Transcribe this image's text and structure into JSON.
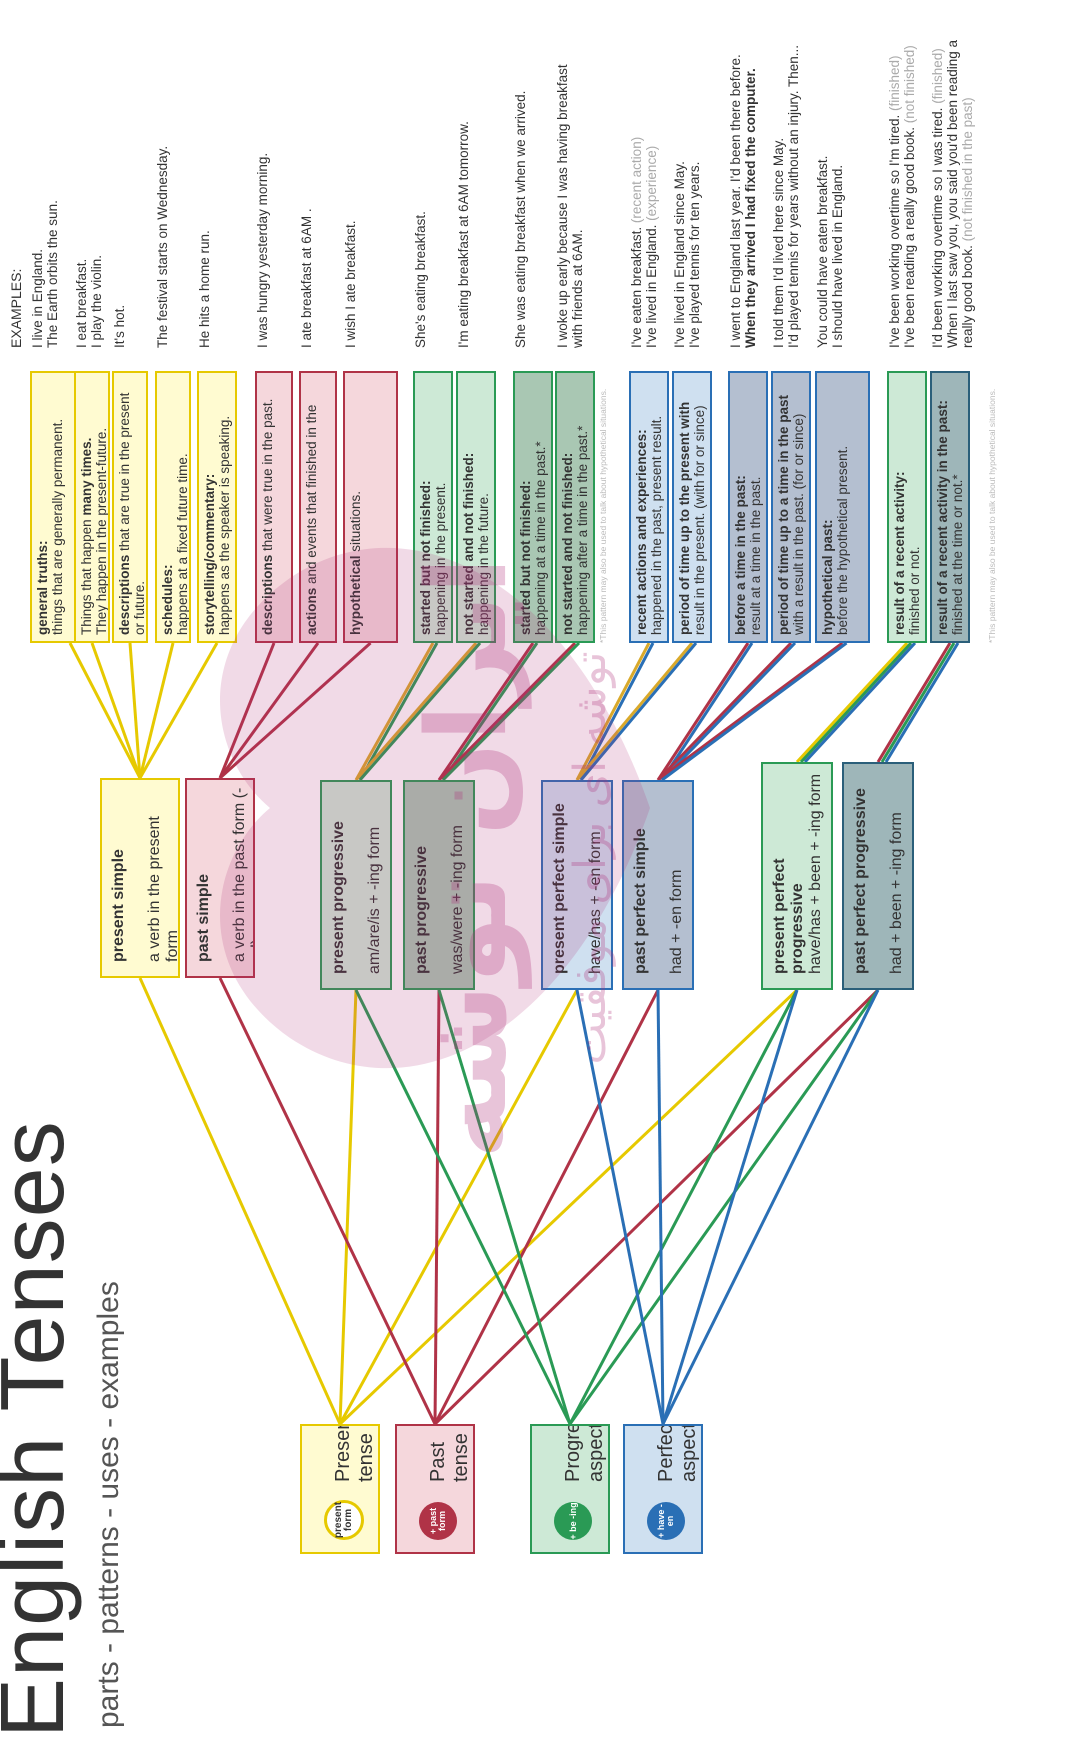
{
  "header": {
    "title": "English Tenses",
    "subtitle": "parts - patterns - uses - examples",
    "examples_heading": "EXAMPLES:"
  },
  "colors": {
    "present": "#e6c900",
    "past": "#b03347",
    "progressive": "#2a9a55",
    "perfect": "#2a6fb5",
    "present_fill": "#fffbd1",
    "past_fill": "#f5d7dc",
    "progressive_fill": "#cde9d6",
    "perfect_fill": "#cfe0f0",
    "perfect_dark": "#2b5f7a",
    "dark_fill": "#9eb6b9"
  },
  "parts": [
    {
      "id": "present",
      "label": "Present tense",
      "badge": "present form"
    },
    {
      "id": "past",
      "label": "Past tense",
      "badge": "+ past form"
    },
    {
      "id": "progressive",
      "label": "Progressive aspect",
      "badge": "+ be -ing"
    },
    {
      "id": "perfect",
      "label": "Perfect aspect",
      "badge": "+ have -en"
    }
  ],
  "patterns": [
    {
      "name": "present simple",
      "form": "a verb in the present form"
    },
    {
      "name": "past simple",
      "form": "a verb in the past form (-ed)"
    },
    {
      "name": "present progressive",
      "form": "am/are/is + -ing form"
    },
    {
      "name": "past progressive",
      "form": "was/were + -ing form"
    },
    {
      "name": "present perfect simple",
      "form": "have/has + -en form"
    },
    {
      "name": "past perfect simple",
      "form": "had + -en form"
    },
    {
      "name": "present perfect progressive",
      "form": "have/has + been + -ing form"
    },
    {
      "name": "past perfect progressive",
      "form": "had + been + -ing form"
    }
  ],
  "uses": [
    {
      "l1b": "general truths:",
      "l2": "things that are generally permanent."
    },
    {
      "l1": "Things that happen ",
      "l1b": "many times.",
      "l2": "They happen in the present-future."
    },
    {
      "l1b": "descriptions",
      "l1": " that are true in the present",
      "l2": "or future."
    },
    {
      "l1b": "schedules:",
      "l2": "happens at a fixed future time."
    },
    {
      "l1b": "storytelling/commentary:",
      "l2": "happens as the speaker is speaking."
    },
    {
      "l1b": "descriptions",
      "l1": " that were true in the past."
    },
    {
      "l1b": "actions",
      "l1": " and events that finished in the"
    },
    {
      "l1b": "hypothetical",
      "l1": " situations."
    },
    {
      "l1": "started but not finished:",
      "l2": "happening in the present."
    },
    {
      "l1": "not started and not finished:",
      "l2": "happening in the future."
    },
    {
      "l1": "started but not finished:",
      "l2": "happening at a time in the past.*"
    },
    {
      "l1": "not started and not finished:",
      "l2": "happening after a time in the past.*"
    },
    {
      "l1": "recent actions and experiences:",
      "l2": "happened in the past, present result."
    },
    {
      "l1": "period of time up to the present with",
      "l2": "result in the present. (with for or since)"
    },
    {
      "l1": "before a time in the past:",
      "l2": "result at a time in the past."
    },
    {
      "l1": "period of time up to a time in the past",
      "l2": "with a result in the past. (for or since)"
    },
    {
      "l1": "hypothetical past:",
      "l2": "before the hypothetical present."
    },
    {
      "l1": "result of a recent activity:",
      "l2": "finished or not."
    },
    {
      "l1": "result of a recent activity in the past:",
      "l2": "finished at the time or not.*"
    }
  ],
  "notes": {
    "hypothetical_note": "*This pattern may also be used to talk about hypothetical situations."
  },
  "examples": [
    {
      "l1": "I live in England.",
      "l2": "The Earth orbits the sun."
    },
    {
      "l1": "I eat breakfast.",
      "l2": "I play the violin."
    },
    {
      "l1": "It's hot."
    },
    {
      "l1": "The festival starts on Wednesday."
    },
    {
      "l1": "He hits a home run."
    },
    {
      "l1": "I was hungry yesterday morning."
    },
    {
      "l1": "I ate breakfast at 6AM ."
    },
    {
      "l1": "I wish I ate breakfast."
    },
    {
      "l1": "She's eating breakfast."
    },
    {
      "l1": "I'm eating breakfast at 6AM tomorrow."
    },
    {
      "l1": "She was eating breakfast when we arrived."
    },
    {
      "l1": "I woke up early because I was having breakfast",
      "l2": "with friends at 6AM."
    },
    {
      "l1": "I've eaten breakfast.",
      "l1g": " (recent action)",
      "l2": "I've lived in England.",
      "l2g": " (experience)"
    },
    {
      "l1": "I've lived in England since May.",
      "l2": "I've played tennis for ten years."
    },
    {
      "l1": "I went to England last year. I'd been there before.",
      "l2": "When they arrived I had fixed the computer."
    },
    {
      "l1": "I told them I'd lived here since May.",
      "l2": "I'd played tennis for years without an injury. Then..."
    },
    {
      "l1": "You could have eaten breakfast.",
      "l2": "I should have lived in England."
    },
    {
      "l1": "I've been working overtime so I'm tired.",
      "l1g": " (finished)",
      "l2": "I've been reading a really good book.",
      "l2g": " (not finished)"
    },
    {
      "l1": "I'd been working overtime so I was tired.",
      "l1g": " (finished)",
      "l2": "When I last saw you, you said you'd been reading a",
      "l3": "really good book.",
      "l3g": " (not finished in the past)"
    }
  ],
  "watermark": {
    "text": "ایران توشه",
    "tagline": "توشه ای برای موفقیت"
  }
}
